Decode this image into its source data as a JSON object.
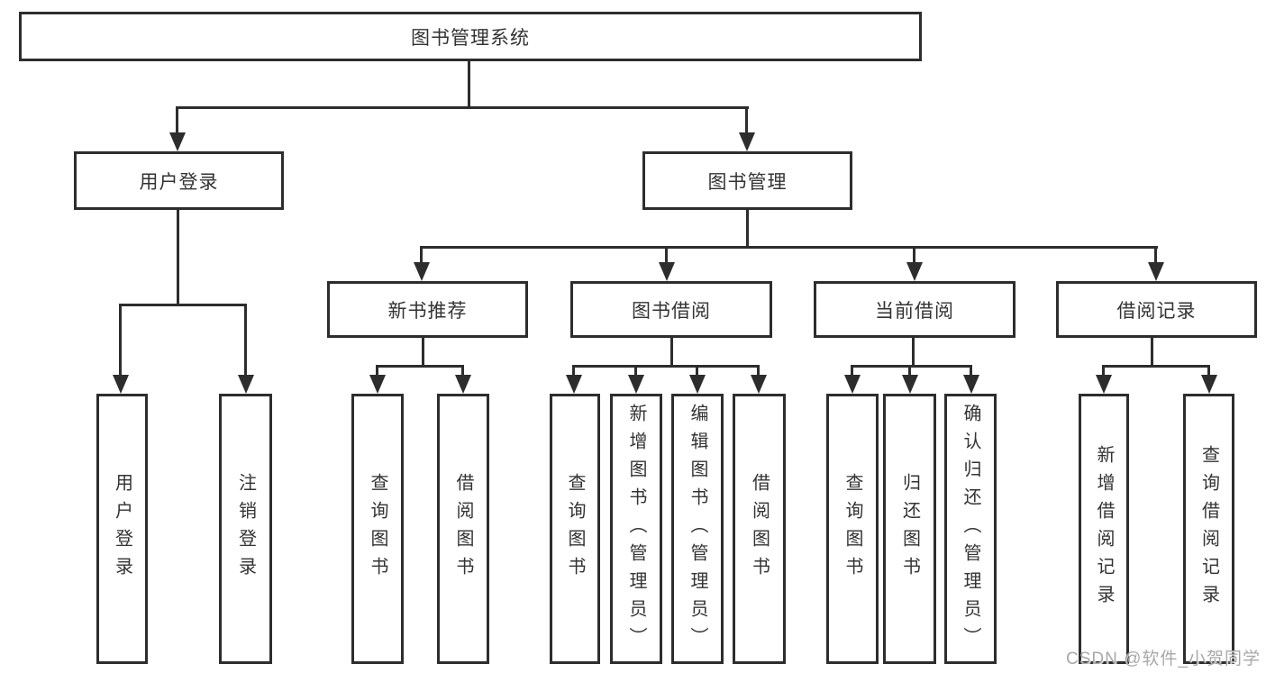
{
  "diagram": {
    "root": {
      "label": "图书管理系统"
    },
    "branches": [
      {
        "label": "用户登录",
        "children": [
          {
            "label": "用户登录"
          },
          {
            "label": "注销登录"
          }
        ]
      },
      {
        "label": "图书管理",
        "children": [
          {
            "label": "新书推荐",
            "children": [
              {
                "label": "查询图书"
              },
              {
                "label": "借阅图书"
              }
            ]
          },
          {
            "label": "图书借阅",
            "children": [
              {
                "label": "查询图书"
              },
              {
                "label": "新增图书（管理员）"
              },
              {
                "label": "编辑图书（管理员）"
              },
              {
                "label": "借阅图书"
              }
            ]
          },
          {
            "label": "当前借阅",
            "children": [
              {
                "label": "查询图书"
              },
              {
                "label": "归还图书"
              },
              {
                "label": "确认归还（管理员）"
              }
            ]
          },
          {
            "label": "借阅记录",
            "children": [
              {
                "label": "新增借阅记录"
              },
              {
                "label": "查询借阅记录"
              }
            ]
          }
        ]
      }
    ],
    "watermark": "CSDN @软件_小贺同学",
    "colors": {
      "line": "#2d2d2d",
      "text": "#333333",
      "watermark": "#a8a8a8",
      "background": "#ffffff"
    }
  }
}
